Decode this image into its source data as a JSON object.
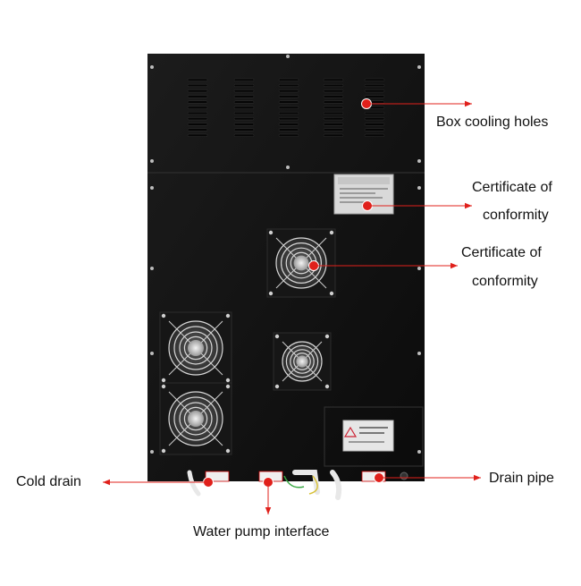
{
  "diagram": {
    "labels": {
      "box_cooling_holes": "Box cooling holes",
      "certificate_1_line1": "Certificate of",
      "certificate_1_line2": "conformity",
      "certificate_2_line1": "Certificate of",
      "certificate_2_line2": "conformity",
      "cold_drain": "Cold drain",
      "drain_pipe": "Drain pipe",
      "water_pump_interface": "Water pump interface"
    },
    "colors": {
      "cabinet": "#121212",
      "marker_red": "#e0201b",
      "text": "#111111",
      "background": "#ffffff"
    }
  }
}
